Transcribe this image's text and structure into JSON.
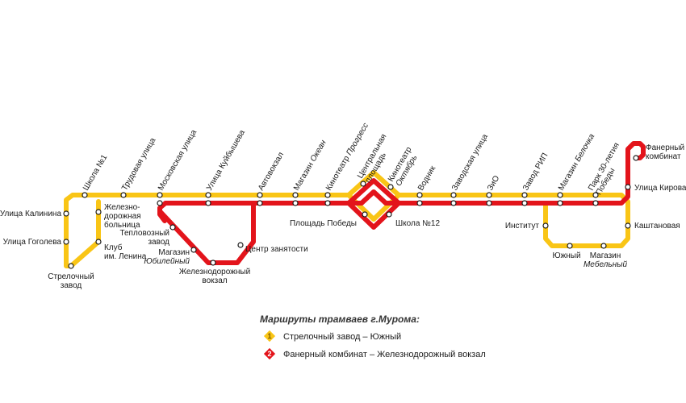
{
  "colors": {
    "route1": "#F9C516",
    "route2": "#E3141B",
    "station_fill": "#ffffff",
    "text": "#1a1a1a"
  },
  "stations": {
    "shkola1": "Школа №1",
    "trudovaya": "Трудовая улица",
    "moskovskaya": "Московская улица",
    "kuibysheva": "Улица Куйбышева",
    "avtovokzal": "Автовокзал",
    "okean_prefix": "Магазин ",
    "okean_name": "Океан",
    "progress_prefix": "Кинотеатр ",
    "progress_name": "Прогресс",
    "central_1": "Центральная",
    "central_2": "площадь",
    "oktyabr_1": "Кинотеатр",
    "oktyabr_2": "Октябрь",
    "vodnik": "Водник",
    "zavodskaya": "Заводская улица",
    "zio": "ЗиО",
    "rip": "Завод РИП",
    "belochka_prefix": "Магазин ",
    "belochka_name": "Белочка",
    "park_1": "Парк 30-летия",
    "park_2": "Победы",
    "fanerny_1": "Фанерный",
    "fanerny_2": "комбинат",
    "kirova": "Улица Кирова",
    "kalinina": "Улица Калинина",
    "gogoleva": "Улица Гоголева",
    "strelochny_1": "Стрелочный",
    "strelochny_2": "завод",
    "bolnica_1": "Железно-",
    "bolnica_2": "дорожная",
    "bolnica_3": "больница",
    "klub_1": "Клуб",
    "klub_2": "им. Ленина",
    "teplovozny_1": "Тепловозный",
    "teplovozny_2": "завод",
    "yubileiny_1": "Магазин",
    "yubileiny_2": "Юбилейный",
    "vokzal_1": "Железнодорожный",
    "vokzal_2": "вокзал",
    "centr_zanyatosti": "Центр занятости",
    "ploshchad_pobedy": "Площадь Победы",
    "shkola12": "Школа №12",
    "institut": "Институт",
    "kashtanovaya": "Каштановая",
    "yuzhny": "Южный",
    "mebelny_1": "Магазин",
    "mebelny_2": "Мебельный"
  },
  "legend": {
    "title": "Маршруты трамваев г.Мурома:",
    "routes": [
      {
        "number": "1",
        "label": "Стрелочный завод – Южный"
      },
      {
        "number": "2",
        "label": "Фанерный комбинат – Железнодорожный вокзал"
      }
    ]
  }
}
